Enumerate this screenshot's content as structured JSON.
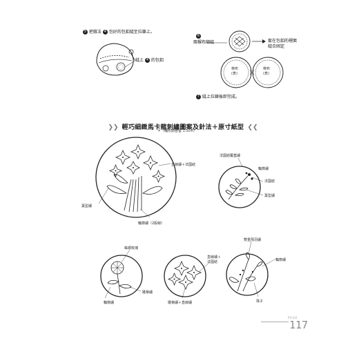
{
  "step5": {
    "num": "5",
    "text_a": "把做法",
    "inline_num": "4",
    "text_b": "包好的包釦縫至拉鍊上。",
    "callout_text": "縫上",
    "callout_num": "4",
    "callout_text_b": "的包釦"
  },
  "step6": {
    "num": "6",
    "left_label": "兩棵布縮縫",
    "right_label_1": "套在包釦的裡面",
    "right_label_2": "縫合固定",
    "fabric_label": "棉布",
    "fabric_sub": "(表)"
  },
  "step7": {
    "num": "7",
    "text": "縫上拉鍊後即完成。"
  },
  "section_title": "輕巧細緻馬卡龍刺繡圖案及針法＋原寸紙型",
  "scale_note": "＊（縮份請各留 1.5cm）",
  "large_pattern": {
    "labels": {
      "cross": "直線繡＋法國結",
      "leaf": "葉型繡",
      "outline": "輪廓繡（2股線）"
    }
  },
  "small_pattern_1": {
    "labels": {
      "french_knot_outline": "法國結覆蓋繡",
      "outline": "輪廓繡",
      "french_knot": "法國結",
      "leaf": "葉型繡"
    }
  },
  "bottom_patterns": {
    "rose": {
      "top": "蛛網玫瑰",
      "daisy": "雛菊繡",
      "outline": "輪廓繡"
    },
    "flowers": {
      "cross": "直線繡＋",
      "cross_2": "法國結",
      "bottom": "雛菊繡＋直線繡"
    },
    "tulip": {
      "top": "雙重飛羽繡",
      "outline": "輪廓繡",
      "bead": "珠子"
    }
  },
  "footer": {
    "page_label": "PAGE",
    "page_number": "117"
  }
}
